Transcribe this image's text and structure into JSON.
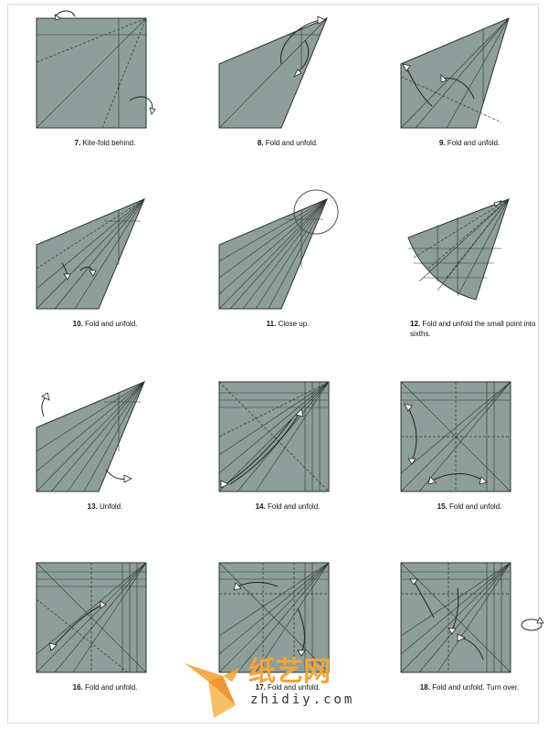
{
  "steps": [
    {
      "number": "7.",
      "text": "Kite-fold behind."
    },
    {
      "number": "8.",
      "text": "Fold and unfold."
    },
    {
      "number": "9.",
      "text": "Fold and unfold."
    },
    {
      "number": "10.",
      "text": "Fold and unfold."
    },
    {
      "number": "11.",
      "text": "Close up."
    },
    {
      "number": "12.",
      "text": "Fold and unfold the small point into sixths."
    },
    {
      "number": "13.",
      "text": "Unfold."
    },
    {
      "number": "14.",
      "text": "Fold and unfold."
    },
    {
      "number": "15.",
      "text": "Fold and unfold."
    },
    {
      "number": "16.",
      "text": "Fold and unfold."
    },
    {
      "number": "17.",
      "text": "Fold and unfold."
    },
    {
      "number": "18.",
      "text": "Fold and unfold. Turn over."
    }
  ],
  "watermark": {
    "brand": "纸艺网",
    "domain": "zhidiy.com",
    "bird_icon": "paper-crane-icon"
  },
  "colors": {
    "paper": "#8e9e9a",
    "lines": "#2b3431",
    "watermark_orange": "#f5a43a"
  }
}
